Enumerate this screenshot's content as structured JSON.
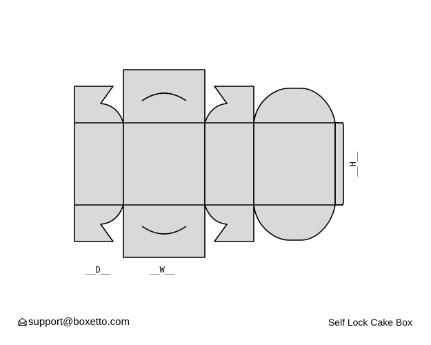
{
  "diagram": {
    "title": "Self Lock Cake Box",
    "dimension_labels": {
      "depth": "__D__",
      "width": "__W__",
      "height": "__H__"
    }
  },
  "footer": {
    "email_icon": "envelope-icon",
    "email": "support@boxetto.com",
    "product_name": "Self Lock Cake Box"
  },
  "colors": {
    "panel_fill": "#d9d9d9",
    "line": "#000000",
    "background": "#ffffff"
  }
}
